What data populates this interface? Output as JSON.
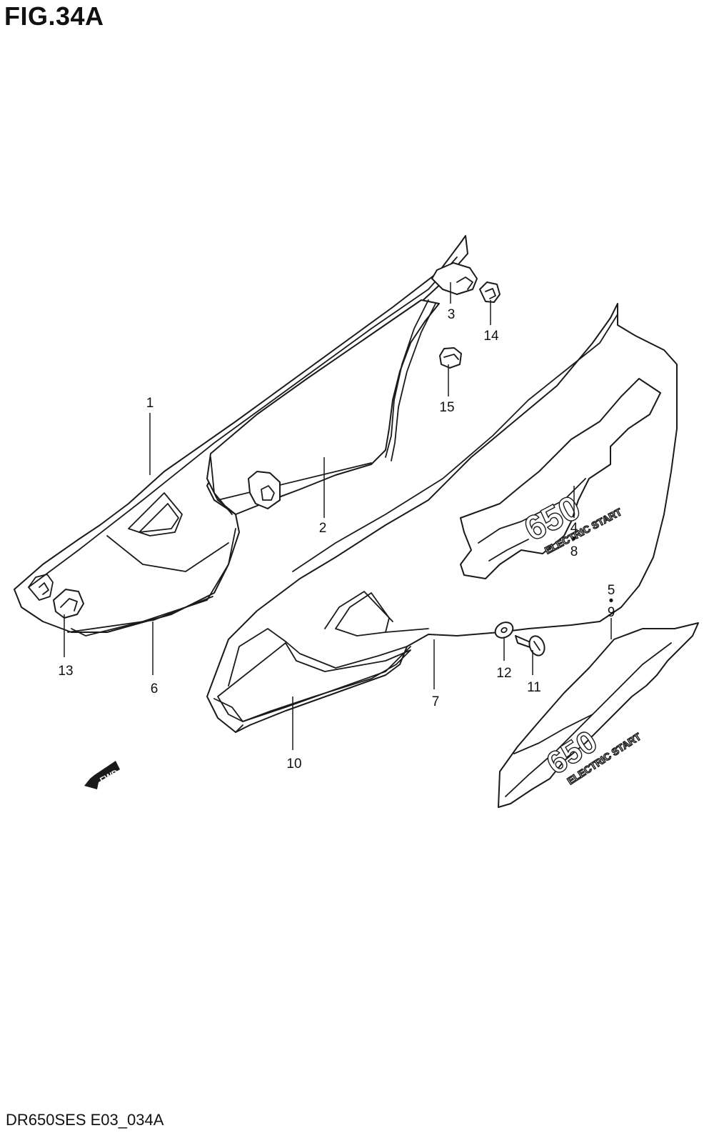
{
  "figure": {
    "title": "FIG.34A",
    "footer": "DR650SES E03_034A"
  },
  "callouts": {
    "c1": "1",
    "c2": "2",
    "c3": "3",
    "c4": "4",
    "c4dot": "•",
    "c8": "8",
    "c5": "5",
    "c5dot": "•",
    "c9": "9",
    "c6": "6",
    "c7": "7",
    "c10": "10",
    "c11": "11",
    "c12": "12",
    "c13": "13",
    "c14": "14",
    "c15": "15"
  },
  "decals": {
    "large_number": "650",
    "large_sub": "ELECTRIC START",
    "small_number": "650",
    "small_sub": "ELECTRIC START"
  },
  "fwd_label": "FWD"
}
